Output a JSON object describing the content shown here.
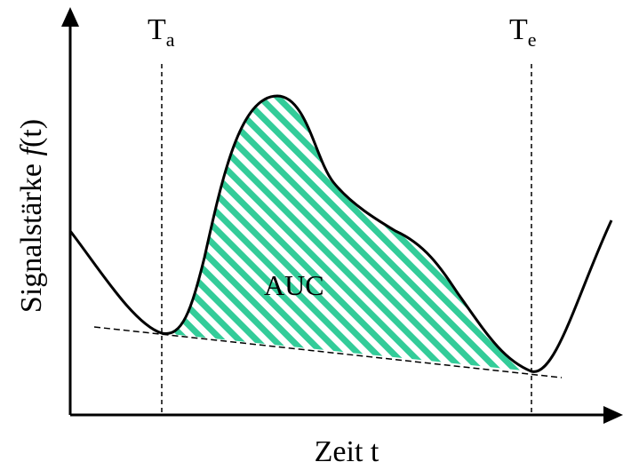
{
  "diagram": {
    "y_axis_label": "Signalstärke",
    "y_axis_function": "f",
    "y_axis_arg": "(t)",
    "x_axis_label": "Zeit t",
    "marker_start": {
      "base": "T",
      "sub": "a"
    },
    "marker_end": {
      "base": "T",
      "sub": "e"
    },
    "area_label": "AUC"
  },
  "colors": {
    "curve": "#000000",
    "hatch": "#33cc99",
    "axis": "#000000"
  }
}
